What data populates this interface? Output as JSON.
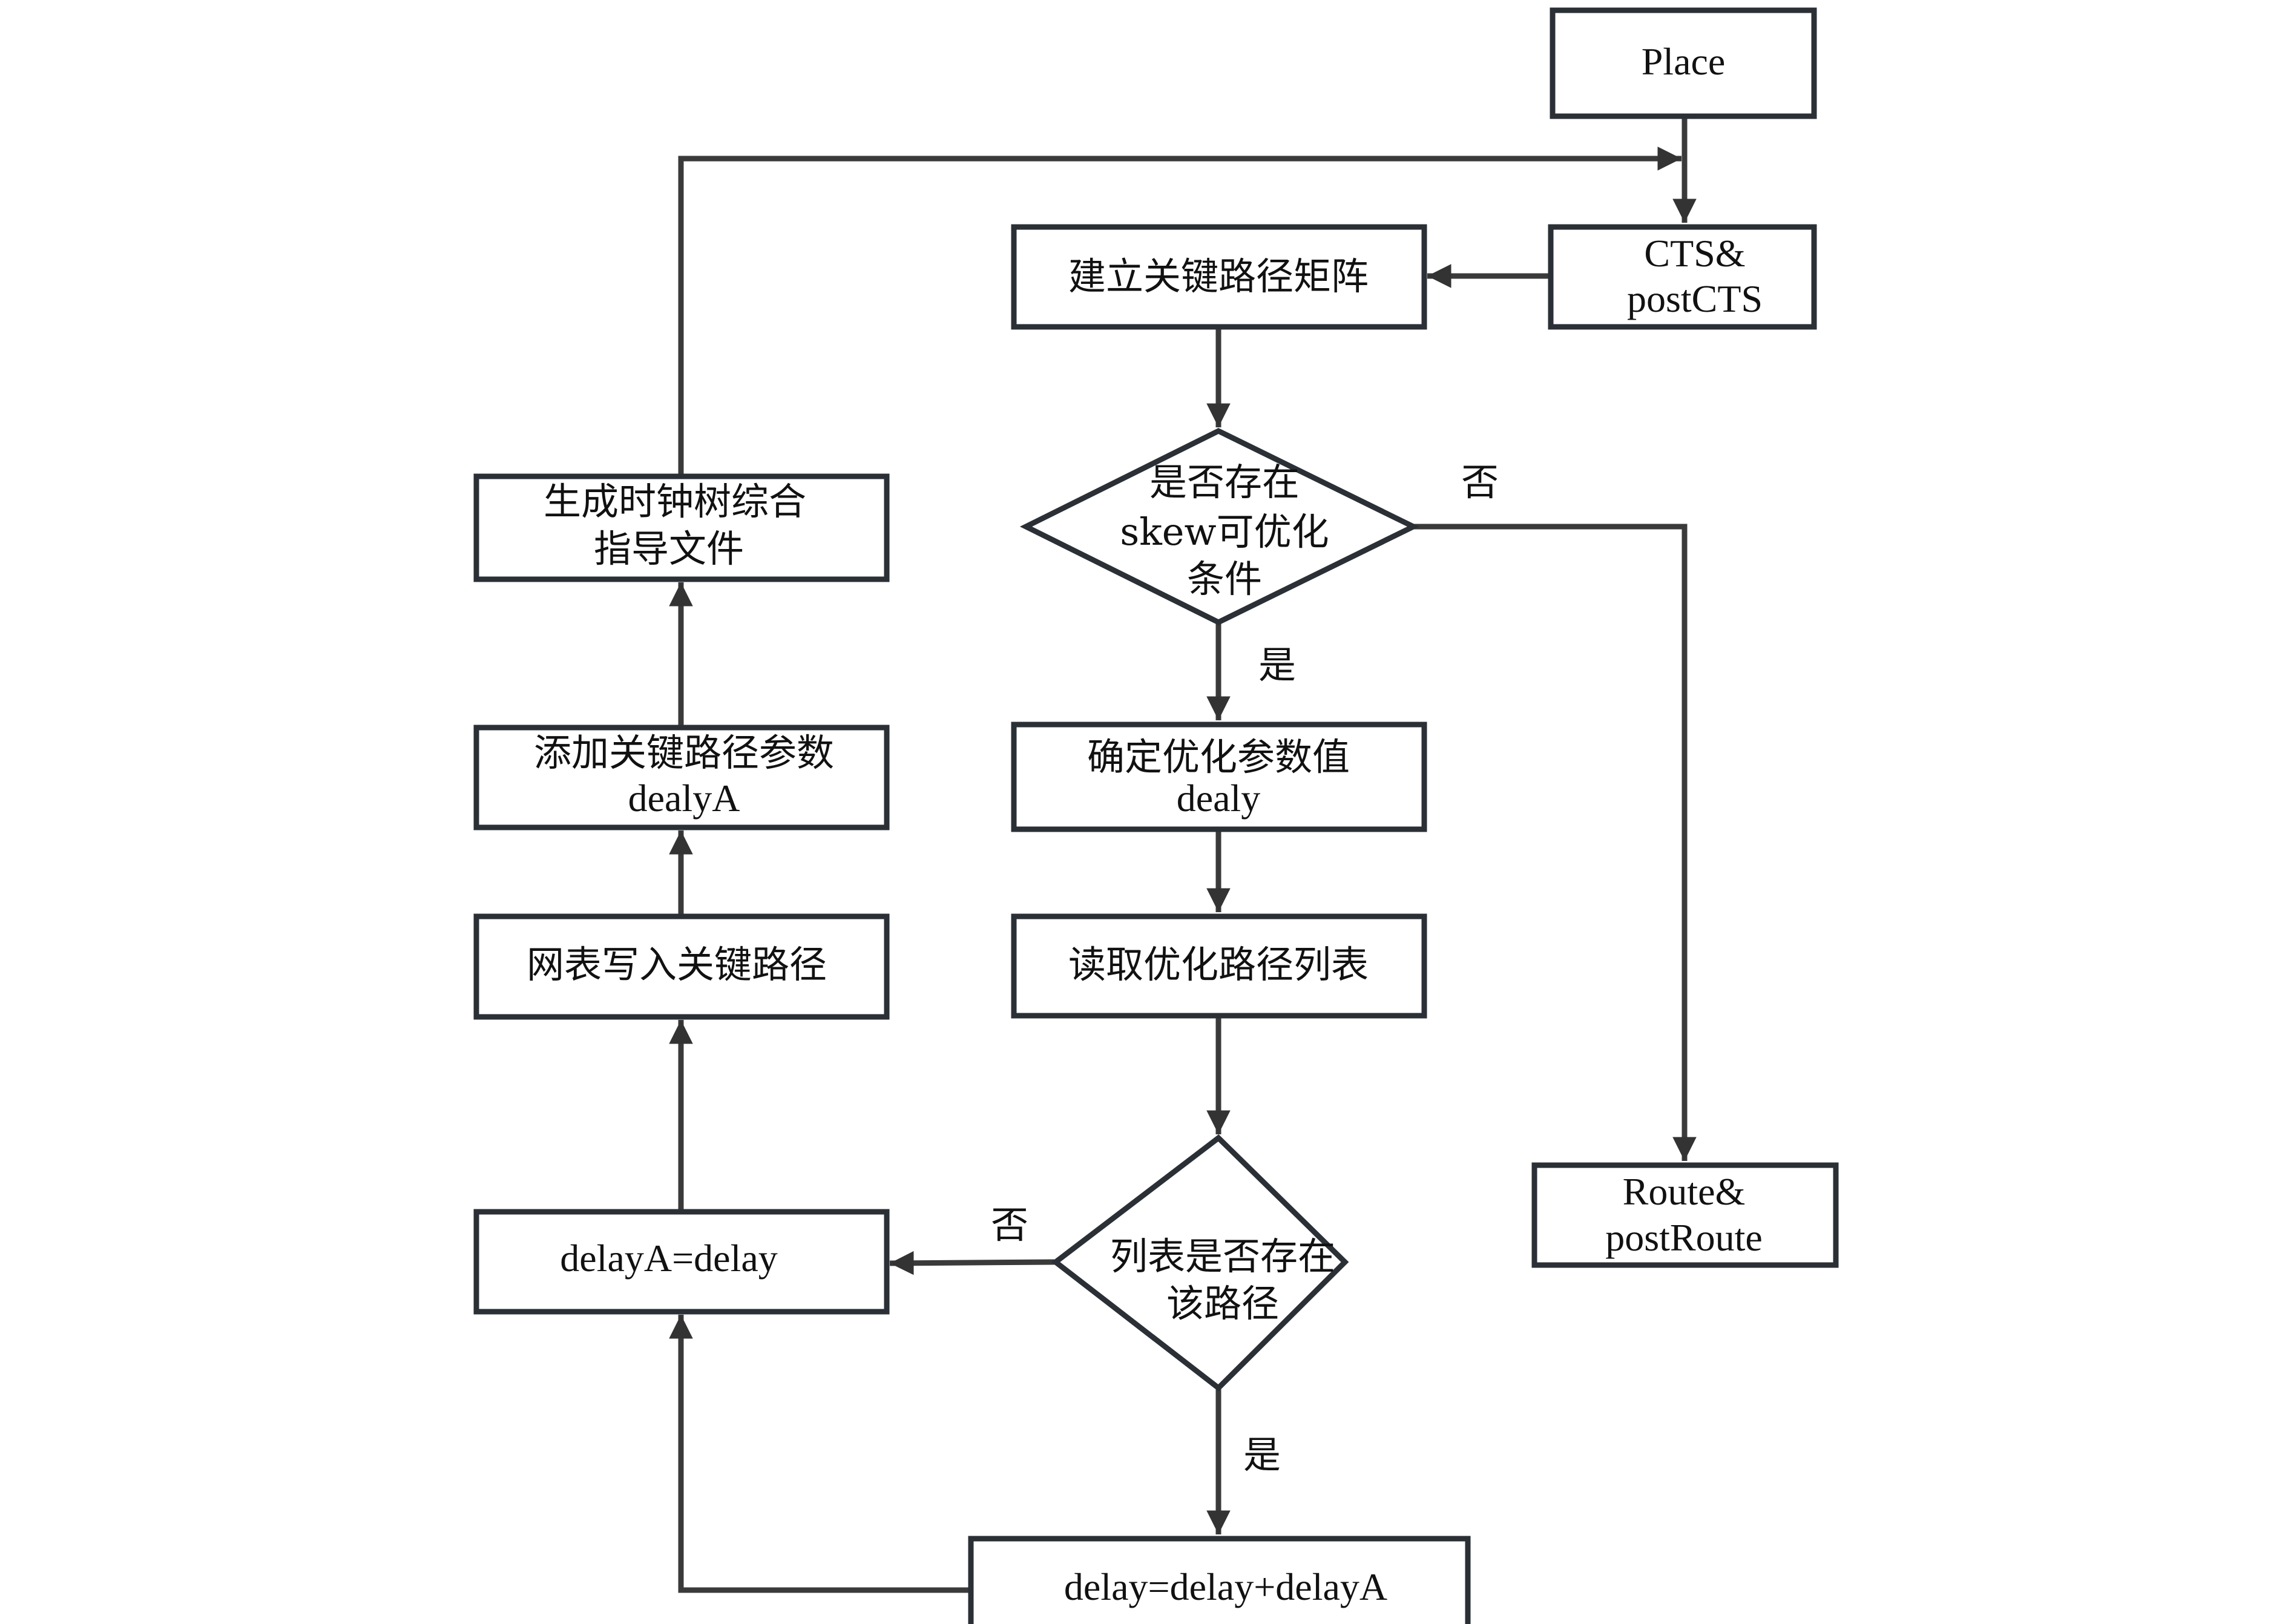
{
  "diagram": {
    "type": "flowchart",
    "nodes": [
      {
        "id": "place",
        "shape": "rect",
        "lines": [
          "Place"
        ]
      },
      {
        "id": "cts",
        "shape": "rect",
        "lines": [
          "CTS&",
          "postCTS"
        ]
      },
      {
        "id": "build_matrix",
        "shape": "rect",
        "lines": [
          "建立关键路径矩阵"
        ]
      },
      {
        "id": "skew_check",
        "shape": "diamond",
        "lines": [
          "是否存在",
          "skew可优化",
          "条件"
        ]
      },
      {
        "id": "determine_param",
        "shape": "rect",
        "lines": [
          "确定优化参数值",
          "dealy"
        ]
      },
      {
        "id": "read_list",
        "shape": "rect",
        "lines": [
          "读取优化路径列表"
        ]
      },
      {
        "id": "path_check",
        "shape": "diamond",
        "lines": [
          "列表是否存在",
          "该路径"
        ]
      },
      {
        "id": "delay_add",
        "shape": "rect",
        "lines": [
          "delay=delay+delayA"
        ]
      },
      {
        "id": "delayA_assign",
        "shape": "rect",
        "lines": [
          "delayA=delay"
        ]
      },
      {
        "id": "netlist_write",
        "shape": "rect",
        "lines": [
          "网表写入关键路径"
        ]
      },
      {
        "id": "add_param",
        "shape": "rect",
        "lines": [
          "添加关键路径参数",
          "dealyA"
        ]
      },
      {
        "id": "gen_guide",
        "shape": "rect",
        "lines": [
          "生成时钟树综合",
          "指导文件"
        ]
      },
      {
        "id": "route",
        "shape": "rect",
        "lines": [
          "Route&",
          "postRoute"
        ]
      }
    ],
    "edges": [
      {
        "from": "place",
        "to": "cts",
        "label": ""
      },
      {
        "from": "cts",
        "to": "build_matrix",
        "label": ""
      },
      {
        "from": "build_matrix",
        "to": "skew_check",
        "label": ""
      },
      {
        "from": "skew_check",
        "to": "determine_param",
        "label": "是"
      },
      {
        "from": "skew_check",
        "to": "route",
        "label": "否"
      },
      {
        "from": "determine_param",
        "to": "read_list",
        "label": ""
      },
      {
        "from": "read_list",
        "to": "path_check",
        "label": ""
      },
      {
        "from": "path_check",
        "to": "delay_add",
        "label": "是"
      },
      {
        "from": "path_check",
        "to": "delayA_assign",
        "label": "否"
      },
      {
        "from": "delay_add",
        "to": "delayA_assign",
        "label": ""
      },
      {
        "from": "delayA_assign",
        "to": "netlist_write",
        "label": ""
      },
      {
        "from": "netlist_write",
        "to": "add_param",
        "label": ""
      },
      {
        "from": "add_param",
        "to": "gen_guide",
        "label": ""
      },
      {
        "from": "gen_guide",
        "to": "cts",
        "label": ""
      }
    ],
    "labels": {
      "yes": "是",
      "no": "否"
    },
    "colors": {
      "stroke": "#2b3036",
      "arrow": "#333333",
      "text": "#111111",
      "background": "#ffffff"
    }
  }
}
